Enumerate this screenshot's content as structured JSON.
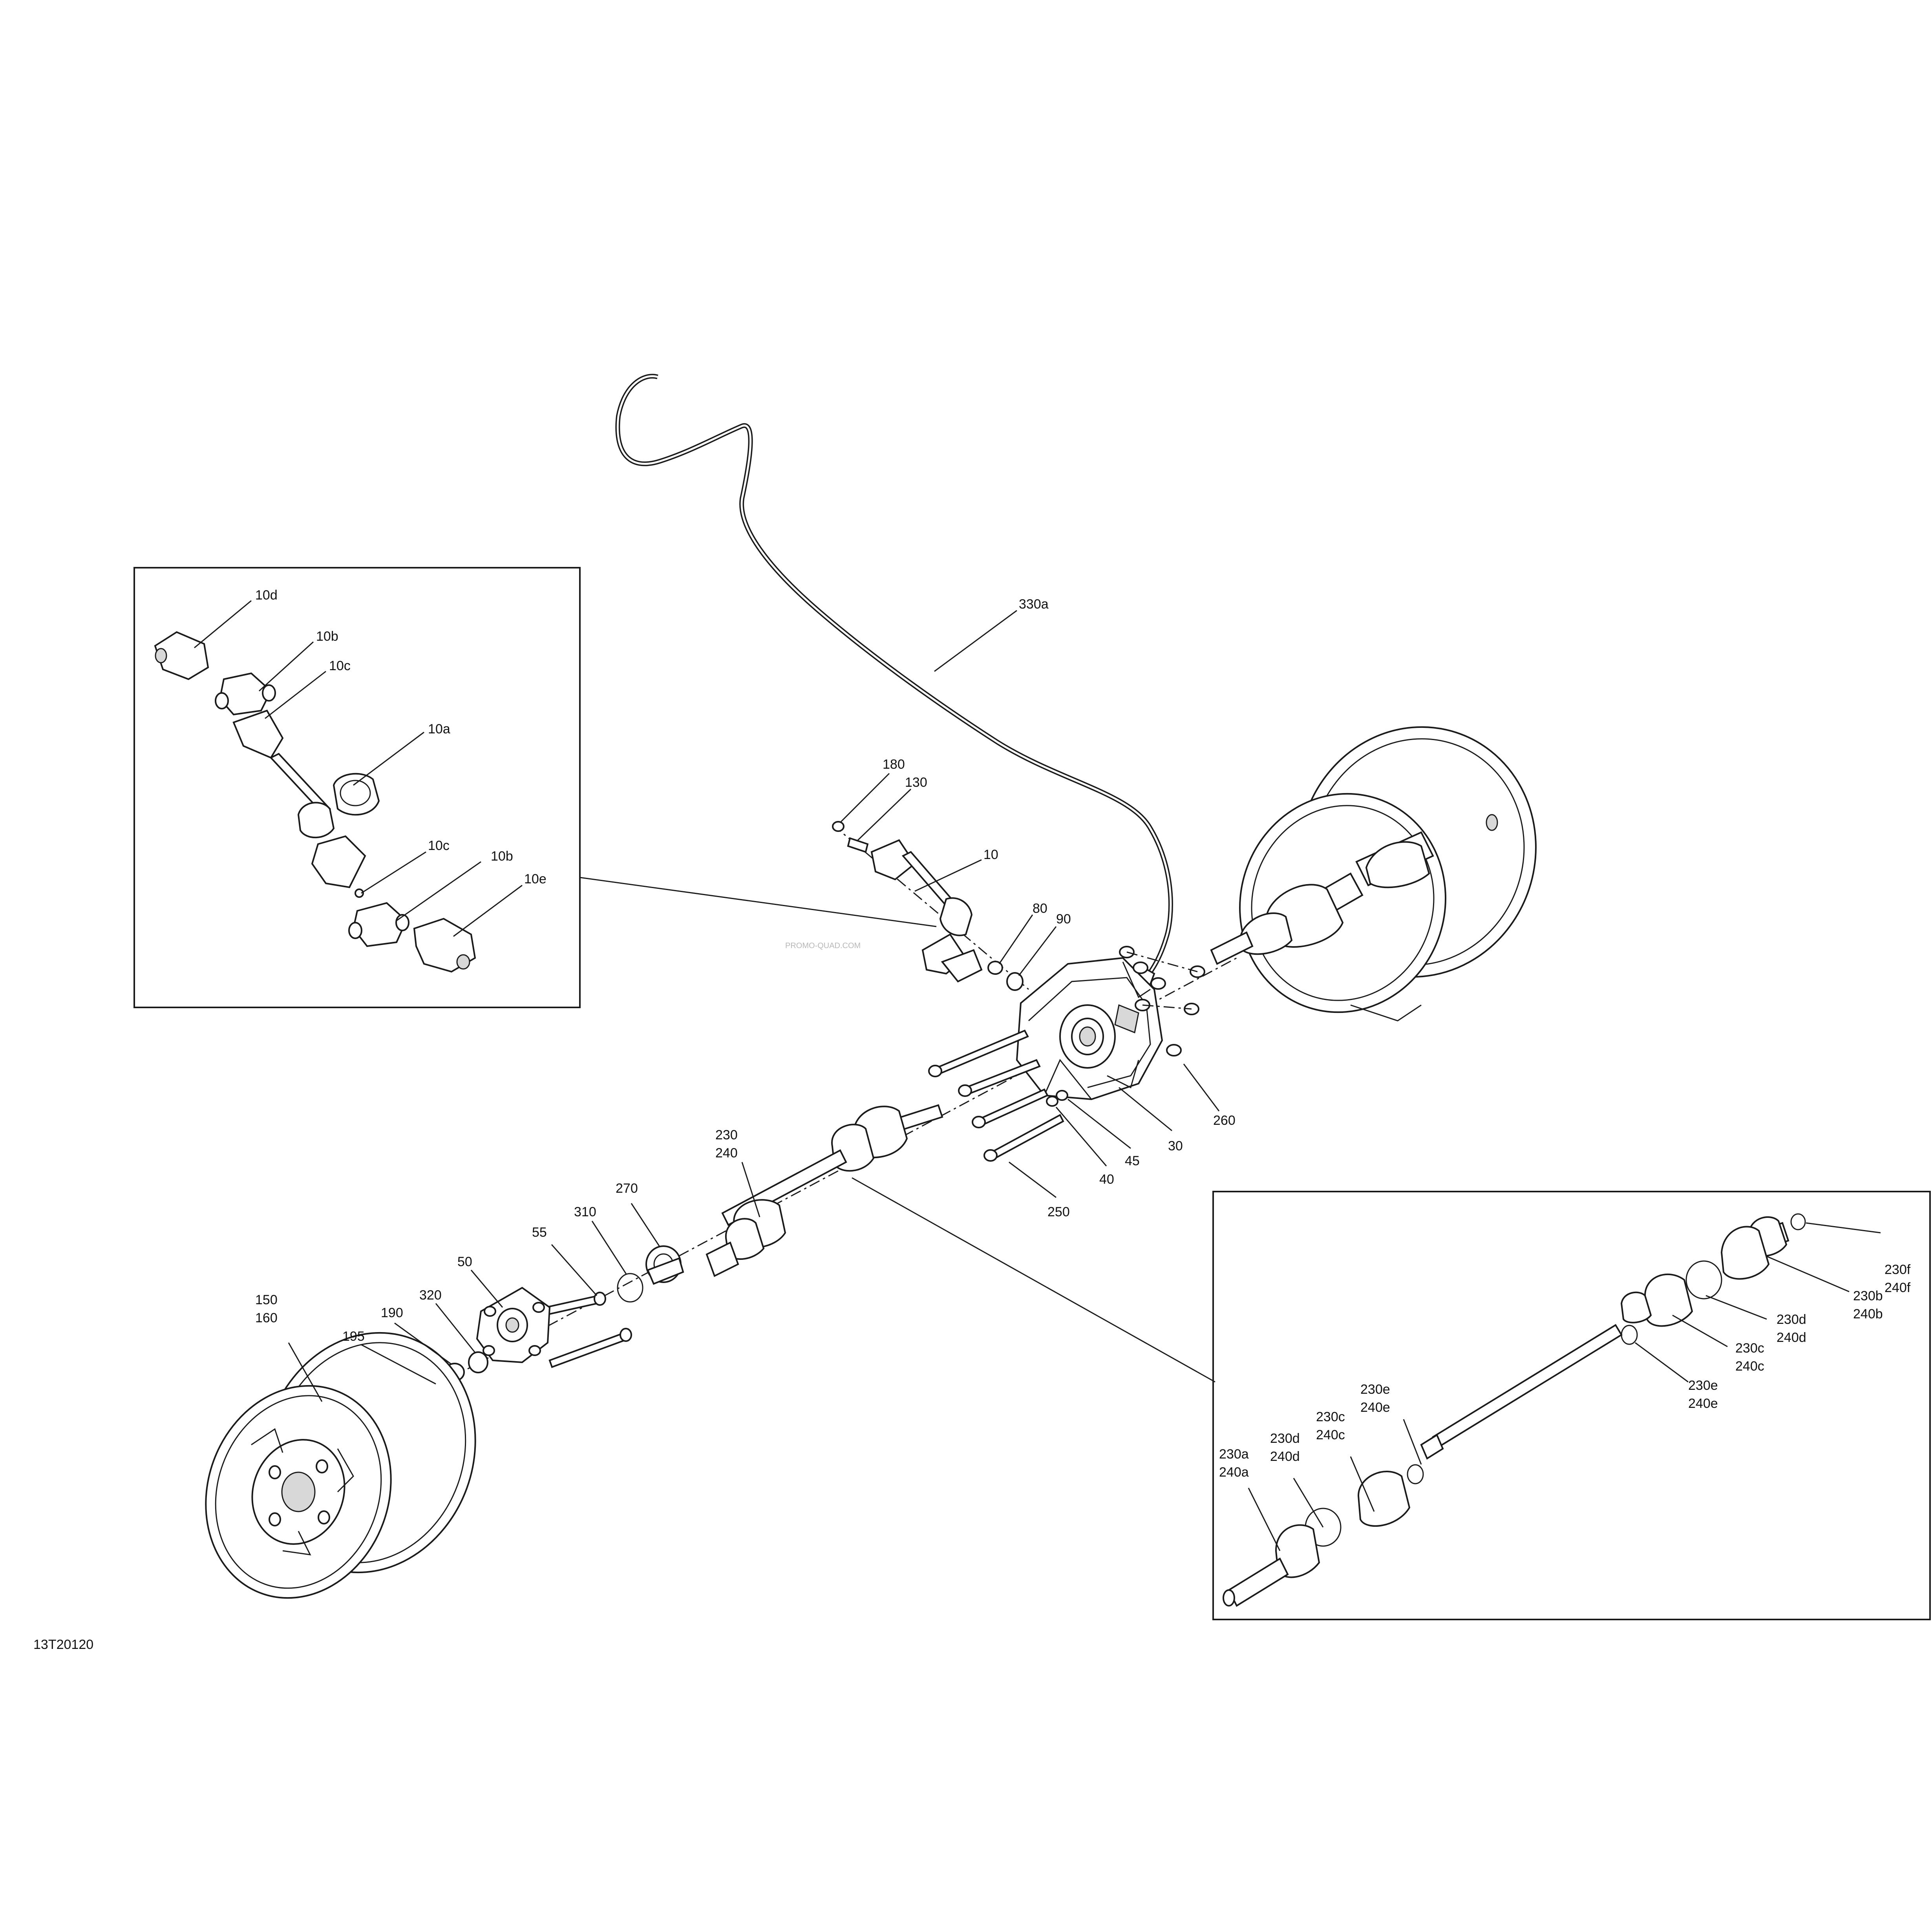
{
  "diagram": {
    "drawing_number": "13T20120",
    "watermark": "PROMO-QUAD.COM",
    "callouts": {
      "c330a": "330a",
      "c180": "180",
      "c130": "130",
      "c10": "10",
      "c80": "80",
      "c90": "90",
      "c260": "260",
      "c30": "30",
      "c45": "45",
      "c40": "40",
      "c250": "250",
      "c230_240_top": "230",
      "c230_240_bot": "240",
      "c270": "270",
      "c310": "310",
      "c55": "55",
      "c50": "50",
      "c320": "320",
      "c190": "190",
      "c195": "195",
      "c150": "150",
      "c160": "160"
    },
    "inset_left": {
      "c10d": "10d",
      "c10b_top": "10b",
      "c10c_top": "10c",
      "c10a": "10a",
      "c10c_bot": "10c",
      "c10b_bot": "10b",
      "c10e": "10e"
    },
    "inset_right": {
      "c230f": "230f",
      "c240f": "240f",
      "c230b": "230b",
      "c240b": "240b",
      "c230d_r": "230d",
      "c240d_r": "240d",
      "c230c_r": "230c",
      "c240c_r": "240c",
      "c230e_r": "230e",
      "c240e_r": "240e",
      "c230e_l": "230e",
      "c240e_l": "240e",
      "c230c_l": "230c",
      "c240c_l": "240c",
      "c230d_l": "230d",
      "c240d_l": "240d",
      "c230a": "230a",
      "c240a": "240a"
    }
  }
}
